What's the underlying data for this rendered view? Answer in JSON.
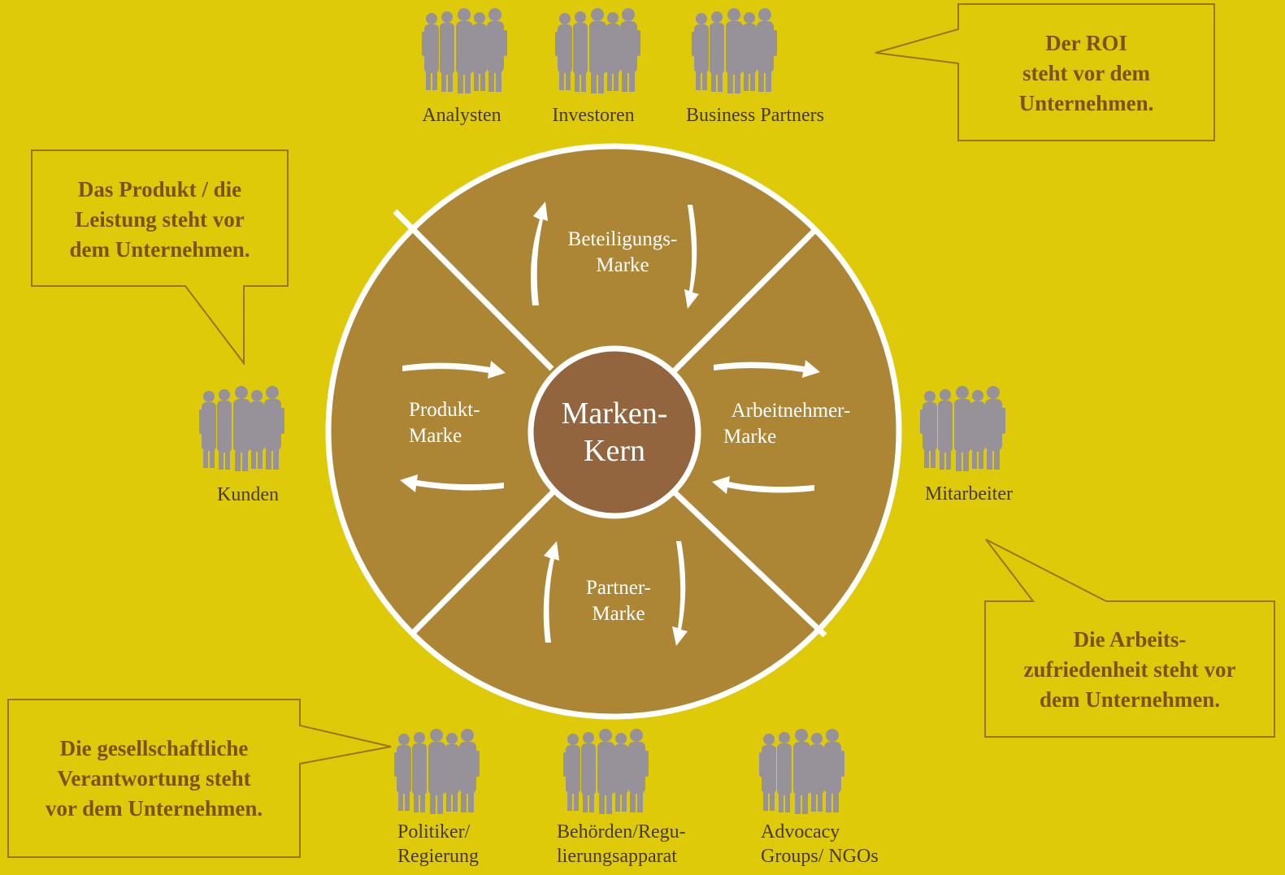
{
  "colors": {
    "background": "#dfca0a",
    "ring": "#ad8635",
    "core": "#93653f",
    "divider": "#ffffff",
    "people": "#97929a",
    "callout_border": "#9a7418",
    "callout_text": "#7a5414"
  },
  "core": {
    "line1": "Marken-",
    "line2": "Kern"
  },
  "segments": {
    "top": {
      "line1": "Beteiligungs-",
      "line2": "Marke"
    },
    "right": {
      "line1": "Arbeitnehmer-",
      "line2": "Marke"
    },
    "bottom": {
      "line1": "Partner-",
      "line2": "Marke"
    },
    "left": {
      "line1": "Produkt-",
      "line2": "Marke"
    }
  },
  "stakeholders": {
    "analysten": "Analysten",
    "investoren": "Investoren",
    "business_partners": "Business Partners",
    "kunden": "Kunden",
    "mitarbeiter": "Mitarbeiter",
    "politiker": {
      "line1": "Politiker/",
      "line2": "Regierung"
    },
    "behoerden": {
      "line1": "Behörden/Regu-",
      "line2": "lierungsapparat"
    },
    "advocacy": {
      "line1": "Advocacy",
      "line2": "Groups/ NGOs"
    }
  },
  "callouts": {
    "roi": {
      "line1": "Der ROI",
      "line2": "steht vor dem",
      "line3": "Unternehmen."
    },
    "produkt": {
      "line1": "Das Produkt / die",
      "line2": "Leistung steht vor",
      "line3": "dem Unternehmen."
    },
    "arbeit": {
      "line1": "Die Arbeits-",
      "line2": "zufriedenheit steht vor",
      "line3": "dem Unternehmen."
    },
    "gesellschaft": {
      "line1": "Die gesellschaftliche",
      "line2": "Verantwortung steht",
      "line3": "vor dem Unternehmen."
    }
  },
  "icons": {
    "people_group": "people-group-icon",
    "arrow": "curved-arrow-icon"
  }
}
